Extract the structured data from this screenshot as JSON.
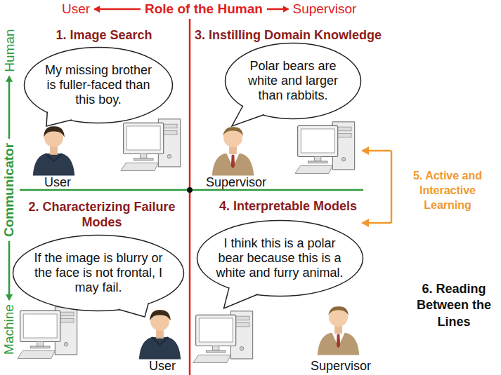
{
  "diagram": {
    "nodes": [
      {
        "text": [
          "My missing brother is fuller-faced than this boy."
        ]
      },
      {
        "text": [
          "Polar bears are white and larger than rabbits."
        ]
      },
      {
        "text": [
          "If the image is blurry or the face is not frontal, I may fail."
        ]
      },
      {
        "text": [
          "I think this is a polar bear because this is a white and furry animal."
        ]
      }
    ],
    "labels": [
      "User",
      "Role of the Human",
      "Supervisor",
      "Human",
      "Communicator",
      "Machine",
      "1. Image Search",
      "3. Instilling Domain Knowledge",
      "2. Characterizing Failure Modes",
      "4. Interpretable Models",
      "5. Active and Interactive Learning",
      "6. Reading Between the Lines",
      "User",
      "Supervisor",
      "User",
      "Supervisor"
    ]
  }
}
